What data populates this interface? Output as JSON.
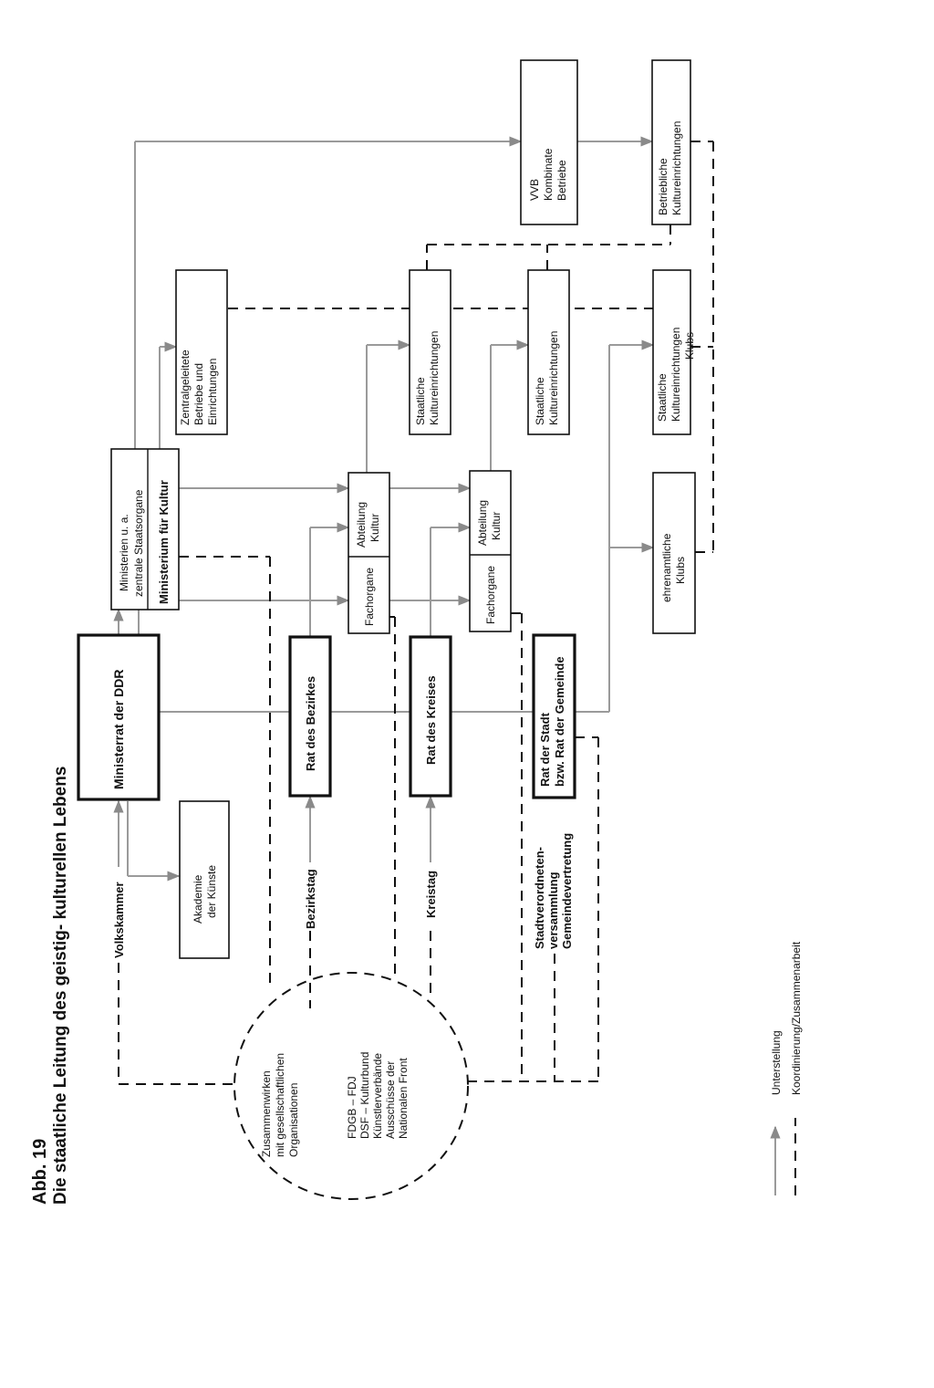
{
  "figure": {
    "number": "Abb. 19",
    "title": "Die staatliche Leitung des geistig- kulturellen Lebens"
  },
  "nodes": {
    "volkskammer": "Volkskammer",
    "akademie_1": "Akademie",
    "akademie_2": "der Künste",
    "ministerrat": "Ministerrat der DDR",
    "bezirkstag": "Bezirkstag",
    "rat_bezirk": "Rat des Bezirkes",
    "kreistag": "Kreistag",
    "rat_kreis": "Rat des Kreises",
    "stadtv_1": "Stadtverordneten-",
    "stadtv_2": "versammlung",
    "stadtv_3": "Gemeindevertretung",
    "rat_stadt_1": "Rat der Stadt",
    "rat_stadt_2": "bzw. Rat der Gemeinde",
    "min_zentral_1": "Ministerien u. a.",
    "min_zentral_2": "zentrale Staatsorgane",
    "min_kultur": "Ministerium für Kultur",
    "fachorgane": "Fachorgane",
    "abteilung_1": "Abteilung",
    "abteilung_2": "Kultur",
    "zentral_1": "Zentralgeleitete",
    "zentral_2": "Betriebe und",
    "zentral_3": "Einrichtungen",
    "staatl_1": "Staatliche",
    "staatl_2": "Kultureinrichtungen",
    "vvb_1": "VVB",
    "vvb_2": "Kombinate",
    "vvb_3": "Betriebe",
    "betr_1": "Betriebliche",
    "betr_2": "Kultureinrichtungen",
    "staatl_klubs_3": "Klubs",
    "ehren_1": "ehrenamtliche",
    "ehren_2": "Klubs"
  },
  "organisations": {
    "line1": "Zusammenwirken",
    "line2": "mit gesellschaftlichen",
    "line3": "Organisationen",
    "line4": "FDGB – FDJ",
    "line5": "DSF – Kulturbund",
    "line6": "Künstlerverbände",
    "line7": "Ausschüsse der",
    "line8": "Nationalen Front"
  },
  "legend": {
    "solid": "Unterstellung",
    "dashed": "Koordinierung/Zusammenarbeit"
  }
}
